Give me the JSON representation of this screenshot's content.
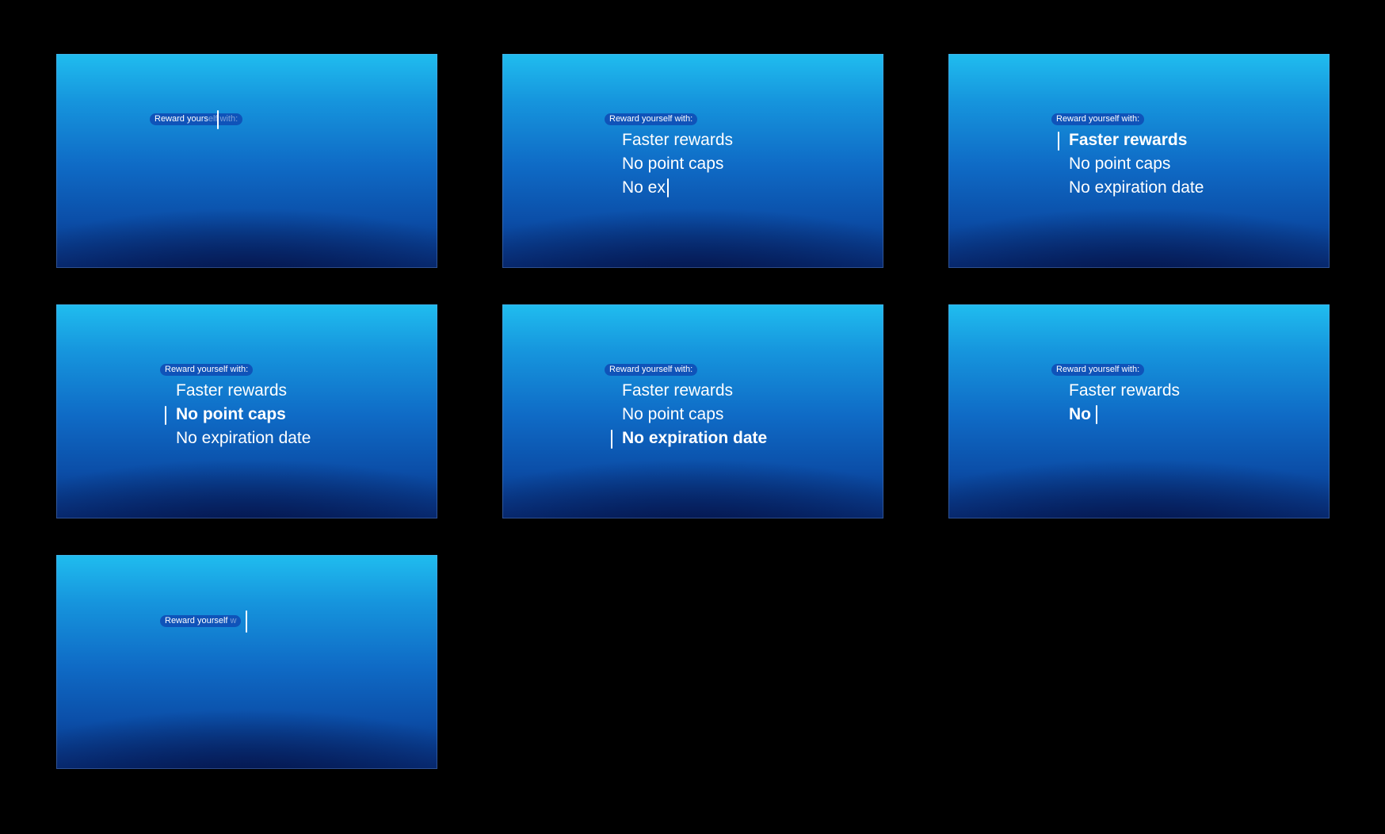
{
  "frames": [
    {
      "label_visible": "Reward yours",
      "label_faded": "elf with:"
    },
    {
      "label": "Reward yourself with:",
      "items": [
        "Faster rewards",
        "No point caps",
        "No ex"
      ]
    },
    {
      "label": "Reward yourself with:",
      "items": [
        "Faster rewards",
        "No point caps",
        "No expiration date"
      ]
    },
    {
      "label": "Reward yourself with:",
      "items": [
        "Faster rewards",
        "No point caps",
        "No expiration date"
      ]
    },
    {
      "label": "Reward yourself with:",
      "items": [
        "Faster rewards",
        "No point caps",
        "No expiration date"
      ]
    },
    {
      "label": "Reward yourself with:",
      "items": [
        "Faster rewards",
        "No"
      ]
    },
    {
      "label_visible": "Reward yourself",
      "label_faded": " w"
    }
  ]
}
